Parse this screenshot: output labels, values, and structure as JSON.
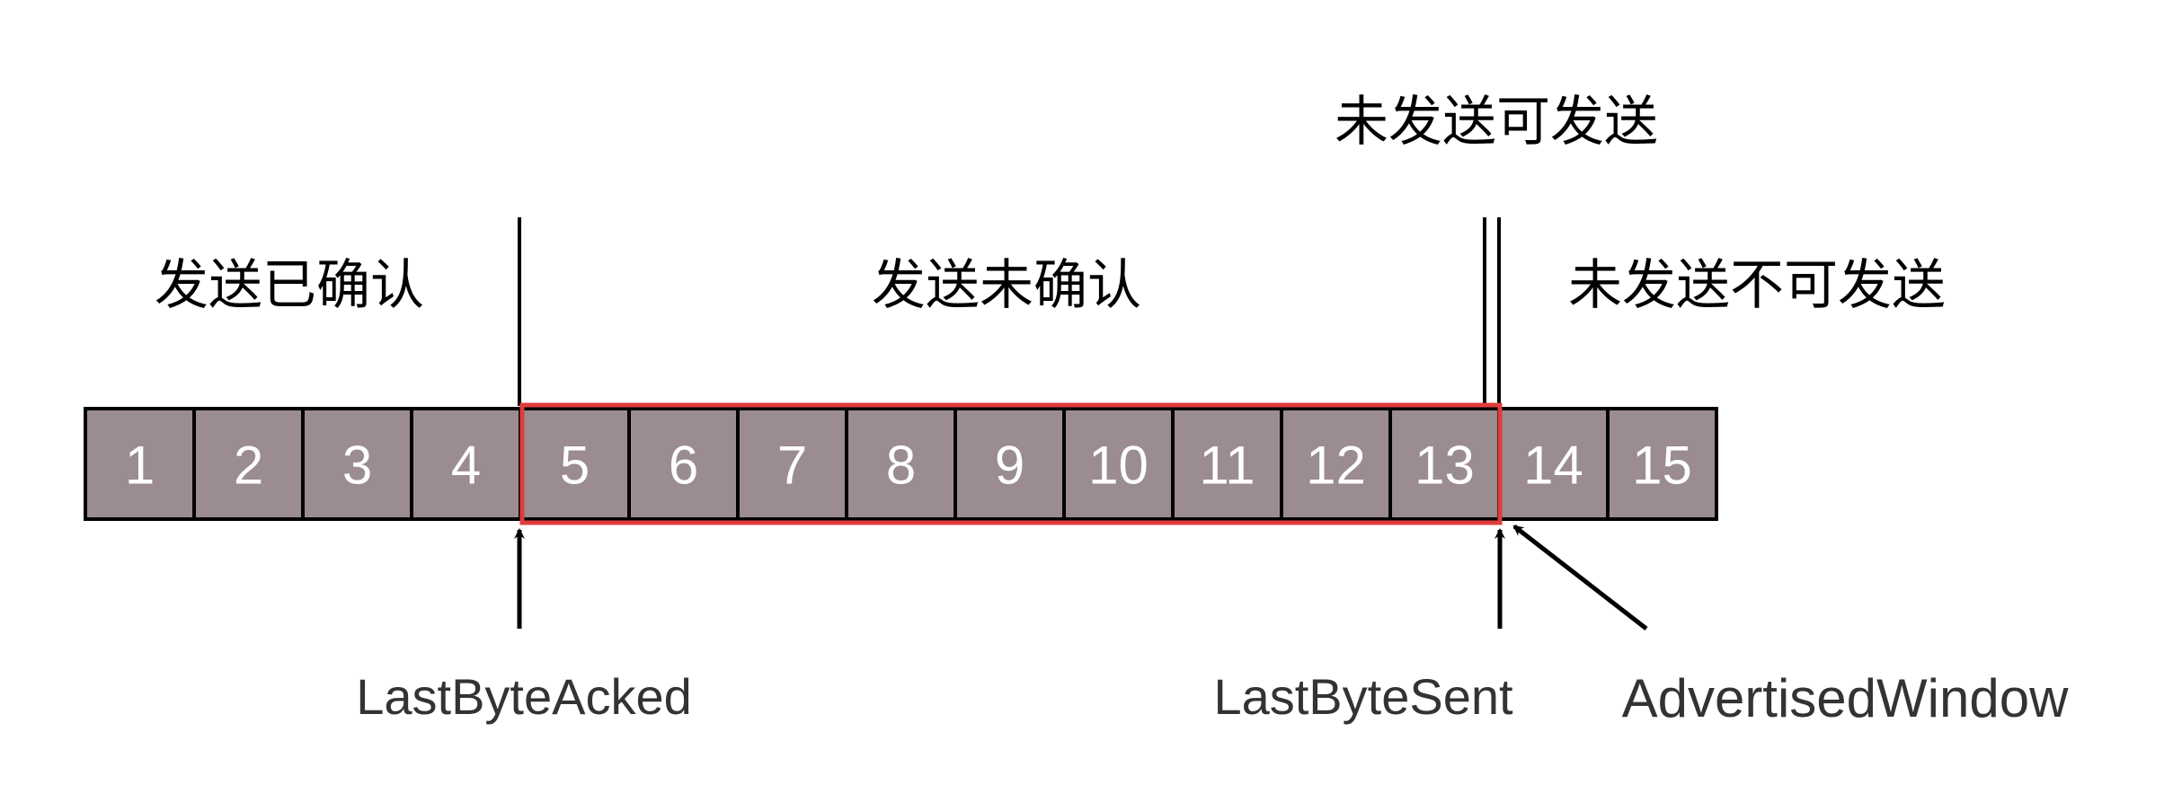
{
  "regions": {
    "sent_acked": "发送已确认",
    "sent_unacked": "发送未确认",
    "unsent_sendable": "未发送可发送",
    "unsent_unsendable": "未发送不可发送"
  },
  "cells": [
    "1",
    "2",
    "3",
    "4",
    "5",
    "6",
    "7",
    "8",
    "9",
    "10",
    "11",
    "12",
    "13",
    "14",
    "15"
  ],
  "pointers": {
    "last_byte_acked": "LastByteAcked",
    "last_byte_sent": "LastByteSent",
    "advertised_window": "AdvertisedWindow"
  },
  "colors": {
    "cell_fill": "#9b8c91",
    "cell_border": "#000000",
    "cell_text": "#ffffff",
    "window_outline": "#e03c3c",
    "pointer_text": "#333333"
  },
  "window": {
    "first_cell": 5,
    "last_cell": 13
  }
}
